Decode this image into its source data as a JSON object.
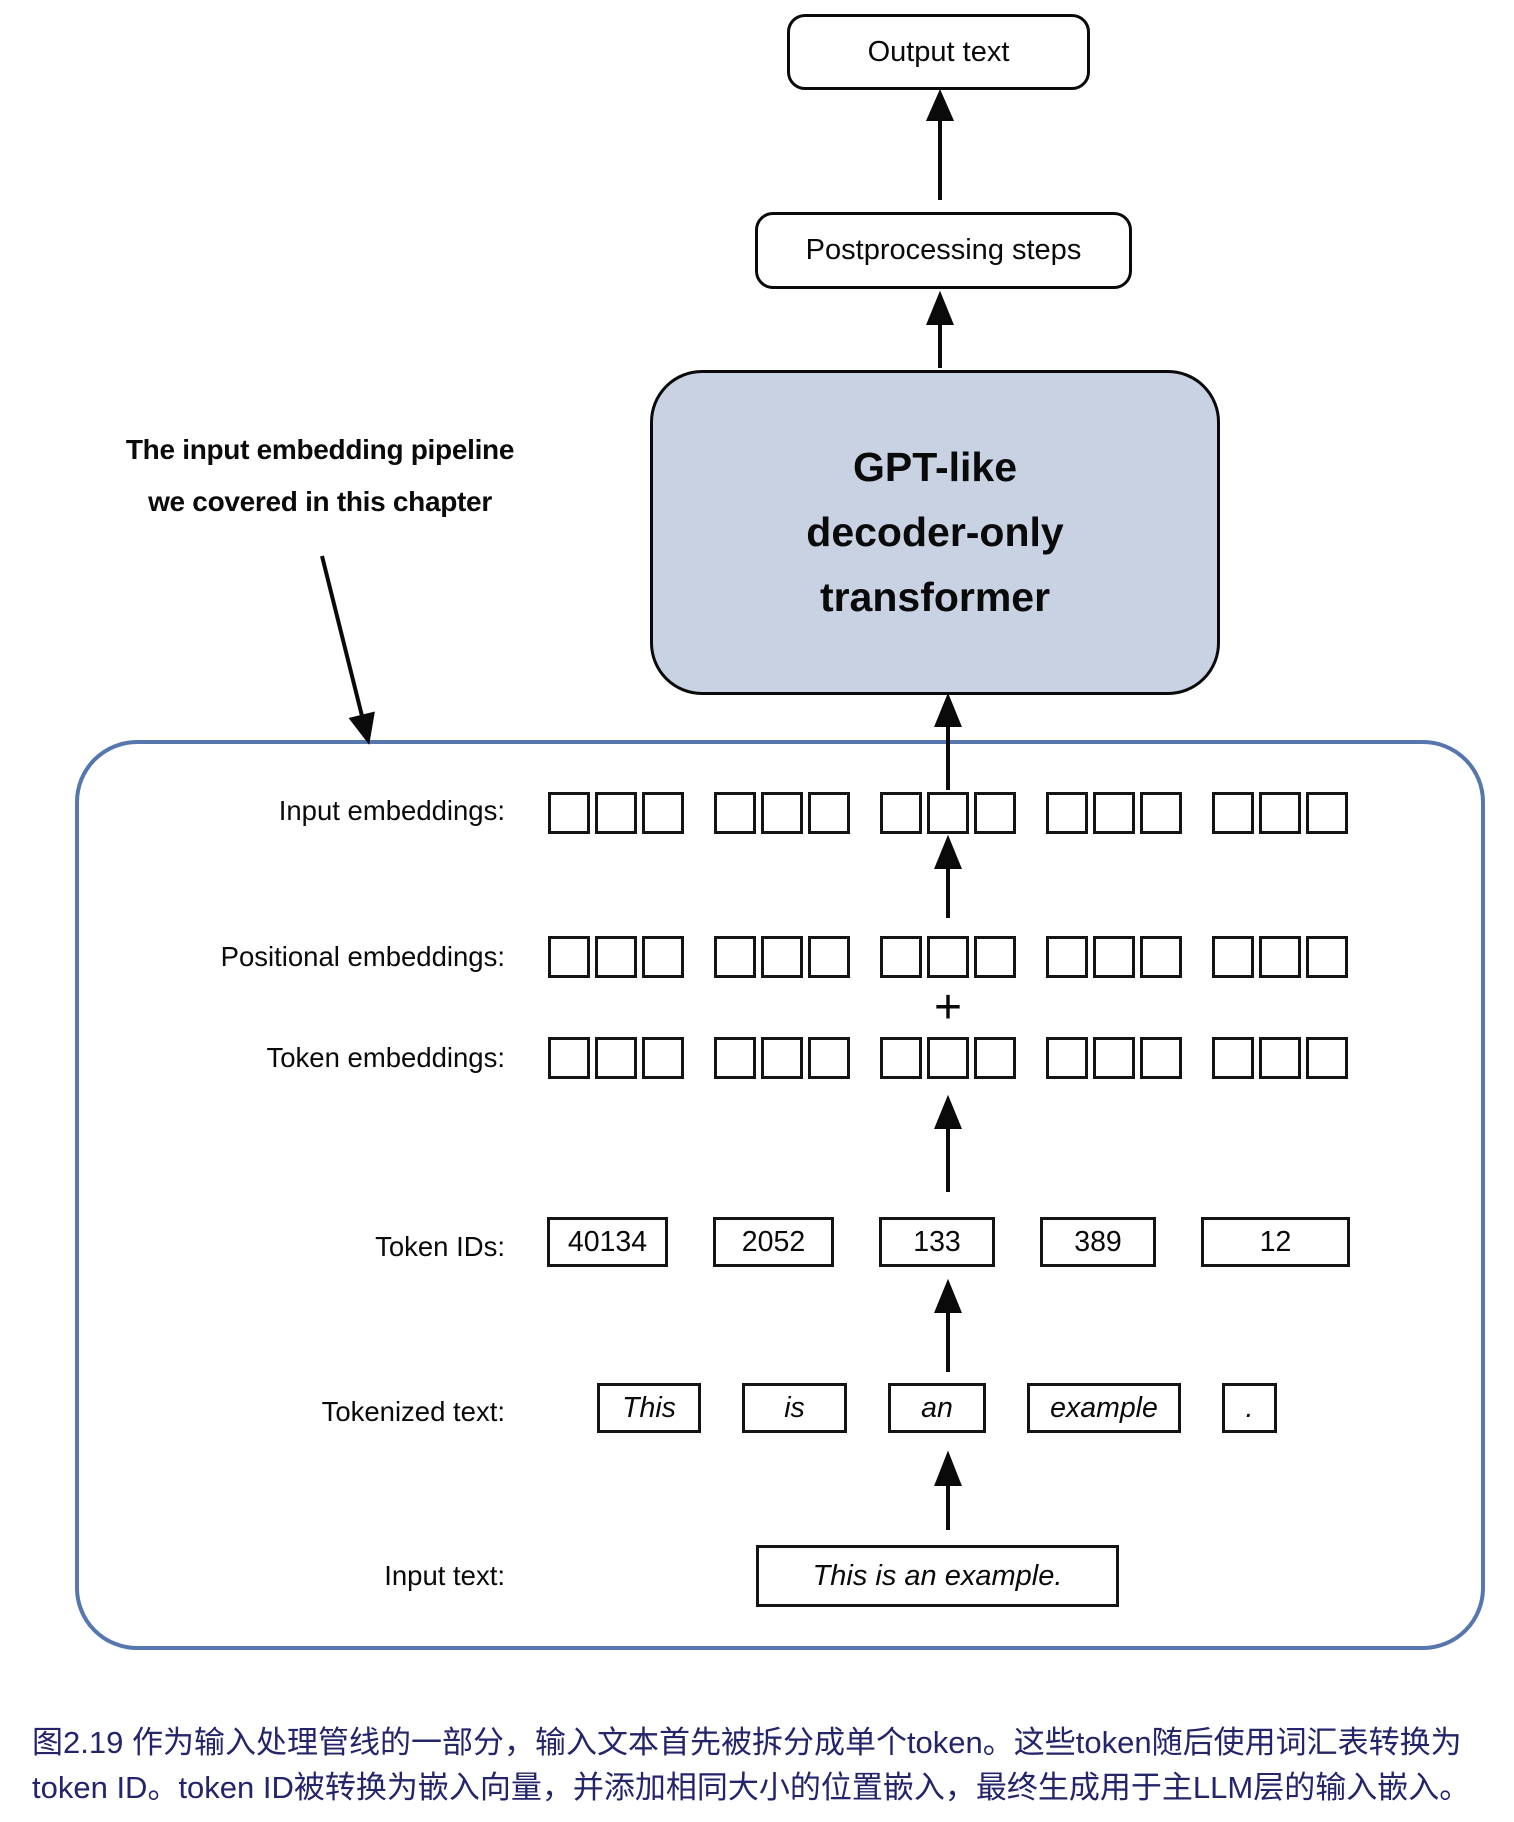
{
  "flow": {
    "output_text": "Output text",
    "postprocessing": "Postprocessing steps",
    "transformer_lines": [
      "GPT-like",
      "decoder-only",
      "transformer"
    ]
  },
  "annotation": {
    "line1": "The input embedding pipeline",
    "line2": "we covered in this chapter"
  },
  "pipeline": {
    "labels": {
      "input_embeddings": "Input embeddings:",
      "positional_embeddings": "Positional embeddings:",
      "token_embeddings": "Token embeddings:",
      "token_ids": "Token IDs:",
      "tokenized_text": "Tokenized text:",
      "input_text": "Input text:"
    },
    "plus": "+",
    "embedding_rows": [
      "input",
      "positional",
      "token"
    ],
    "groups": 5,
    "cells_per_group": 3,
    "token_ids": [
      "40134",
      "2052",
      "133",
      "389",
      "12"
    ],
    "tokens": [
      "This",
      "is",
      "an",
      "example",
      "."
    ],
    "input_text": "This is an example."
  },
  "caption": {
    "line1": "图2.19 作为输入处理管线的一部分，输入文本首先被拆分成单个token。这些token随后使用词汇表转换为",
    "line2": "token ID。token ID被转换为嵌入向量，并添加相同大小的位置嵌入，最终生成用于主LLM层的输入嵌入。"
  },
  "colors": {
    "transformer_fill": "#c8d2e3",
    "container_border": "#5577ad",
    "caption_text": "#24246a"
  }
}
